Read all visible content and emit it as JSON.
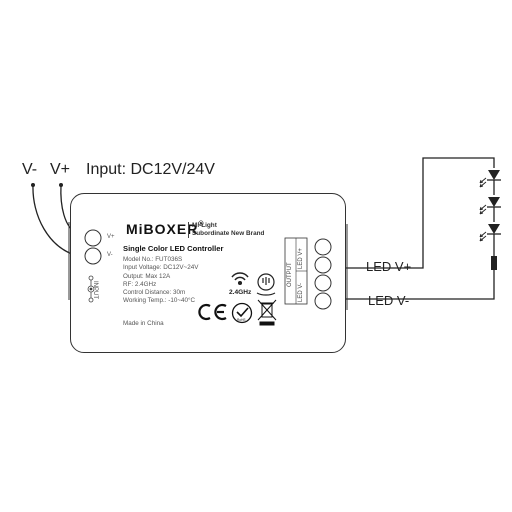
{
  "input": {
    "v_minus": "V-",
    "v_plus": "V+",
    "label": "Input: DC12V/24V"
  },
  "device": {
    "brand": "MiBOXER",
    "brand_reg": "®",
    "sub_brand_line1": "Mi·Light",
    "sub_brand_line2": "Subordinate New Brand",
    "title": "Single Color LED Controller",
    "specs": [
      "Model No.: FUT036S",
      "Input Voltage: DC12V~24V",
      "Output: Max 12A",
      "RF: 2.4GHz",
      "Control Distance: 30m",
      "Working Temp.: -10~40°C"
    ],
    "origin": "Made in China",
    "freq_badge": "2.4GHz",
    "input_terminals": [
      "V+",
      "V-"
    ],
    "input_side_label": "INPUT",
    "output_side_label": "OUTPUT",
    "output_terminals": [
      "LED V+",
      "LED V-"
    ],
    "ce_mark": "CE",
    "rohs_mark": "RoHS"
  },
  "output": {
    "led_plus": "LED V+",
    "led_minus": "LED V-"
  },
  "colors": {
    "line": "#222222",
    "body_text": "#555555"
  },
  "icons": [
    "wifi-icon",
    "touch-dial-icon",
    "ce-icon",
    "rohs-icon",
    "weee-bin-icon",
    "dc-polarity-icon",
    "led-icon",
    "resistor-icon"
  ]
}
